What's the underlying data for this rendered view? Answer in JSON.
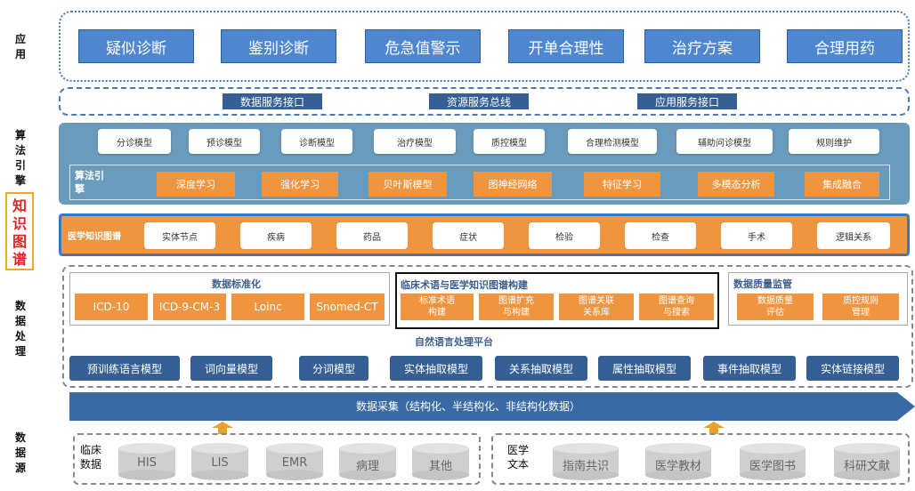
{
  "layers": {
    "app": "应用",
    "algo": "算法引擎",
    "kg": "知识图谱",
    "data_processing": "数据处理",
    "data_source": "数据源"
  },
  "apps": [
    "疑似诊断",
    "鉴别诊断",
    "危急值警示",
    "开单合理性",
    "治疗方案",
    "合理用药"
  ],
  "services": [
    "数据服务接口",
    "资源服务总线",
    "应用服务接口"
  ],
  "models": [
    "分诊模型",
    "预诊模型",
    "诊断模型",
    "治疗模型",
    "质控模型",
    "合理检测模型",
    "辅助问诊模型",
    "规则维护"
  ],
  "algo_sub_label": "算法引擎",
  "algorithms": [
    "深度学习",
    "强化学习",
    "贝叶斯模型",
    "图神经网络",
    "特征学习",
    "多模态分析",
    "集成融合"
  ],
  "kg_title": "医学知识图谱",
  "kg_items": [
    "实体节点",
    "疾病",
    "药品",
    "症状",
    "检验",
    "检查",
    "手术",
    "逻辑关系"
  ],
  "standardization": {
    "title": "数据标准化",
    "items": [
      "ICD-10",
      "ICD-9-CM-3",
      "Loinc",
      "Snomed-CT"
    ]
  },
  "construction": {
    "title": "临床术语与医学知识图谱构建",
    "items": [
      "标准术语构建",
      "图谱扩充与构建",
      "图谱关联关系库",
      "图谱查询与搜索"
    ]
  },
  "quality": {
    "title": "数据质量监管",
    "items": [
      "数据质量评估",
      "质控规则管理"
    ]
  },
  "nlp_title": "自然语言处理平台",
  "nlp_models": [
    "预训练语言模型",
    "词向量模型",
    "分词模型",
    "实体抽取模型",
    "关系抽取模型",
    "属性抽取模型",
    "事件抽取模型",
    "实体链接模型"
  ],
  "collection": "数据采集（结构化、半结构化、非结构化数据）",
  "clinical": {
    "title": "临床数据",
    "items": [
      "HIS",
      "LIS",
      "EMR",
      "病理",
      "其他"
    ]
  },
  "medical_text": {
    "title": "医学文本",
    "items": [
      "指南共识",
      "医学教材",
      "医学图书",
      "科研文献"
    ]
  },
  "colors": {
    "blue_btn": "#4e86cf",
    "dark_blue": "#355f95",
    "orange": "#f0953f",
    "teal_panel": "#6a9bbd",
    "kg_red": "#e02424"
  }
}
